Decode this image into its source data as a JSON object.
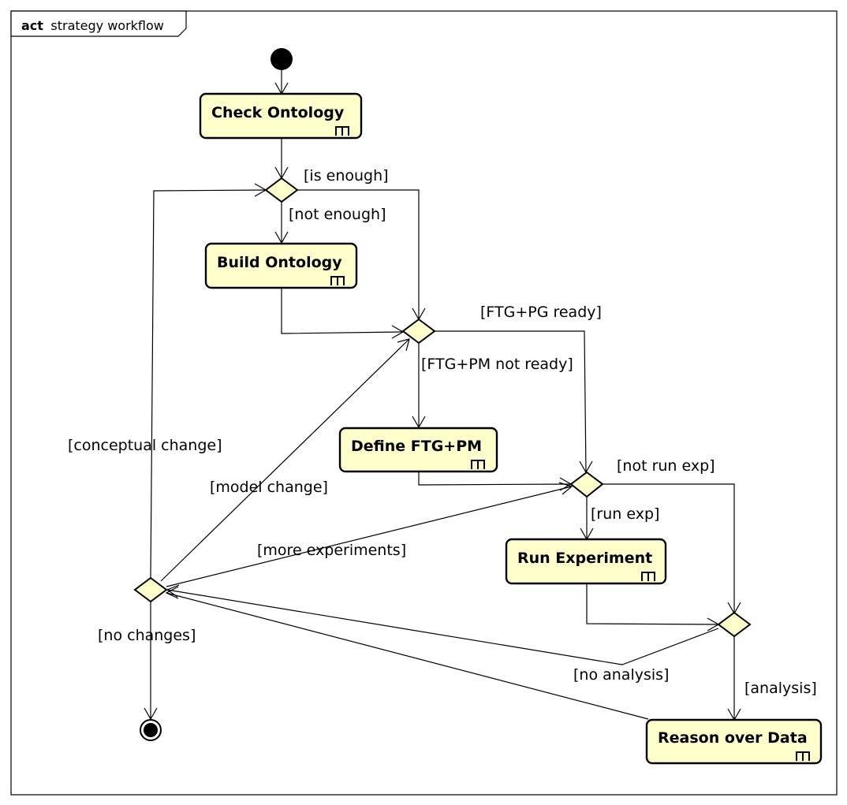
{
  "frame": {
    "keyword": "act",
    "name": "strategy workflow"
  },
  "actions": {
    "check_ontology": "Check Ontology",
    "build_ontology": "Build Ontology",
    "define_ftg_pm": "Define FTG+PM",
    "run_experiment": "Run Experiment",
    "reason_over_data": "Reason over Data"
  },
  "guards": {
    "is_enough": "[is enough]",
    "not_enough": "[not enough]",
    "ftg_pg_ready": "[FTG+PG ready]",
    "ftg_pm_not_ready": "[FTG+PM not ready]",
    "not_run_exp": "[not run exp]",
    "run_exp": "[run exp]",
    "conceptual_change": "[conceptual change]",
    "model_change": "[model change]",
    "more_experiments": "[more experiments]",
    "no_changes": "[no changes]",
    "no_analysis": "[no analysis]",
    "analysis": "[analysis]"
  },
  "colors": {
    "node_fill": "#FFFFCC",
    "stroke": "#000000",
    "background": "#FFFFFF"
  }
}
